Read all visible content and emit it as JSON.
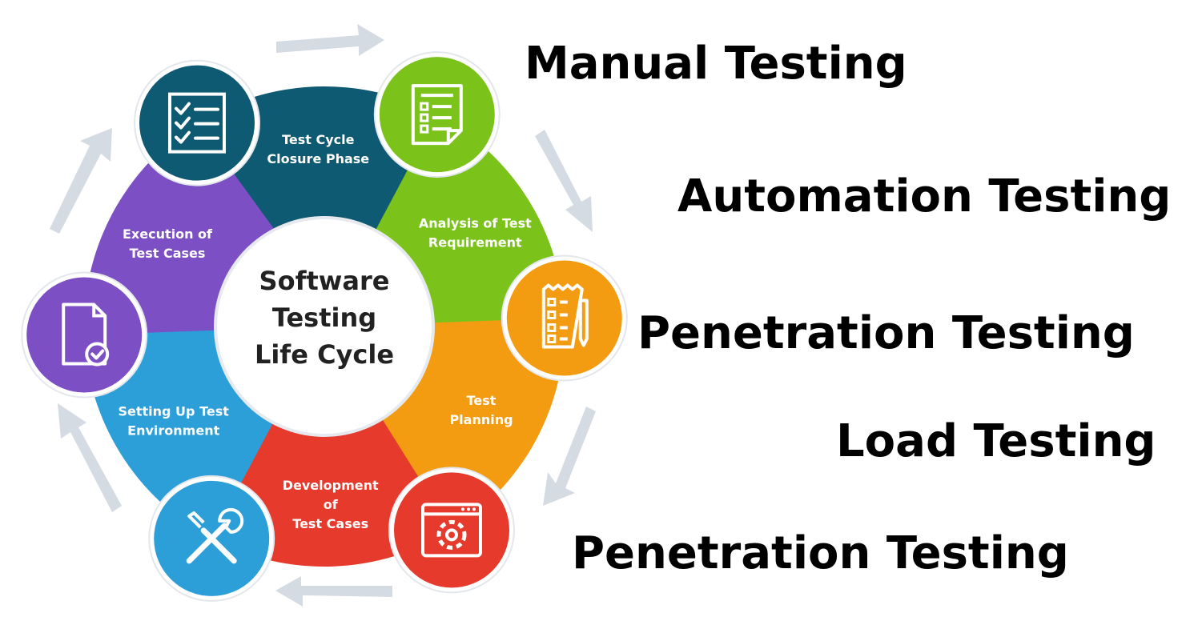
{
  "diagram": {
    "title_lines": [
      "Software",
      "Testing",
      "Life Cycle"
    ],
    "phases": [
      {
        "label_lines": [
          "Test Cycle",
          "Closure Phase"
        ],
        "color": "#0f5a73",
        "icon": "checklist-icon"
      },
      {
        "label_lines": [
          "Analysis of Test",
          "Requirement"
        ],
        "color": "#7bc31b",
        "icon": "requirements-document-icon"
      },
      {
        "label_lines": [
          "Test",
          "Planning"
        ],
        "color": "#f39c12",
        "icon": "planning-notepad-icon"
      },
      {
        "label_lines": [
          "Development",
          "of",
          "Test Cases"
        ],
        "color": "#e63a2d",
        "icon": "code-gear-window-icon"
      },
      {
        "label_lines": [
          "Setting Up Test",
          "Environment"
        ],
        "color": "#2d9fd8",
        "icon": "tools-wrench-screwdriver-icon"
      },
      {
        "label_lines": [
          "Execution of",
          "Test Cases"
        ],
        "color": "#7d4fc4",
        "icon": "document-check-icon"
      }
    ],
    "arrow_color": "#d5dbe3"
  },
  "testing_types": [
    "Manual Testing",
    "Automation Testing",
    "Penetration Testing",
    "Load Testing",
    "Penetration Testing"
  ]
}
